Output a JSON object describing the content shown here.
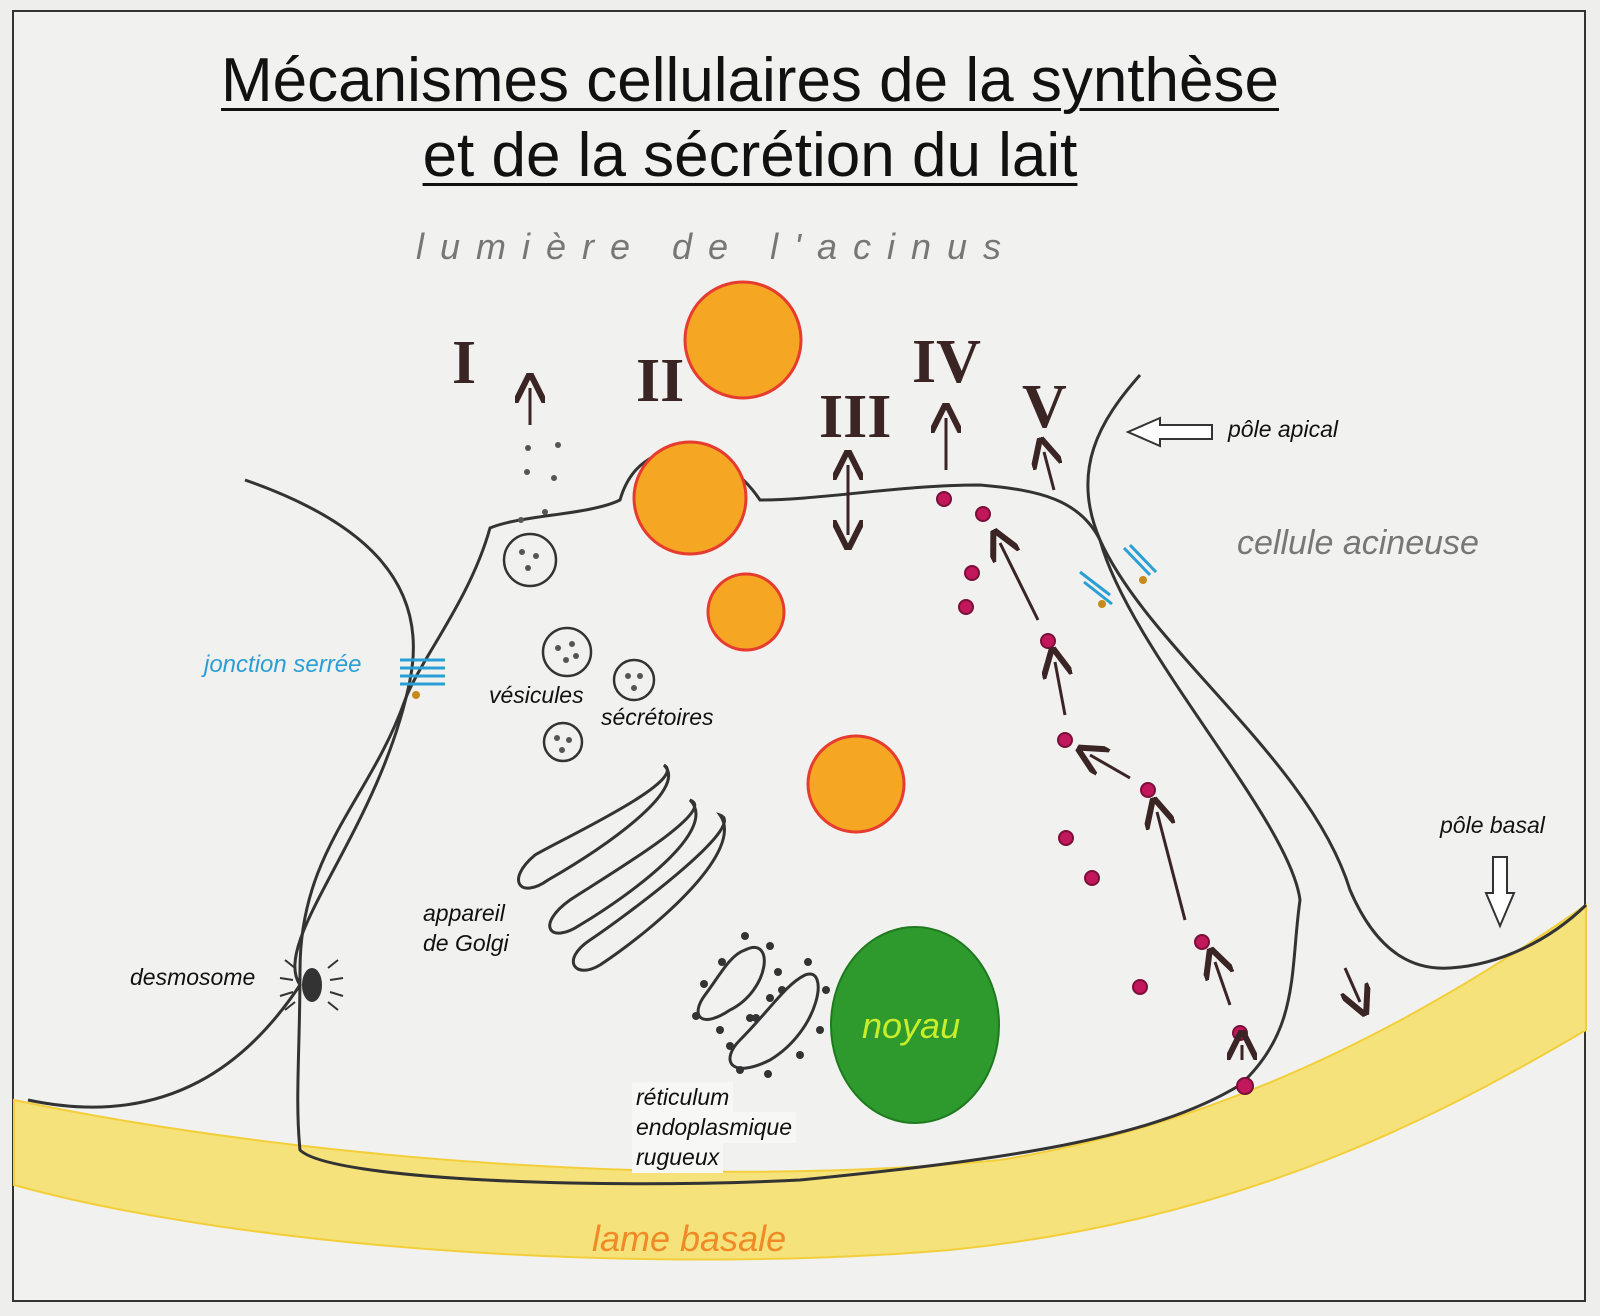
{
  "title": {
    "line1": "Mécanismes cellulaires de la synthèse",
    "line2": "et de la sécrétion du lait"
  },
  "labels": {
    "lumiere": "lumière de l'acinus",
    "pole_apical": "pôle apical",
    "cellule_acineuse": "cellule acineuse",
    "jonction_serree": "jonction serrée",
    "vesicules": "vésicules",
    "secretoires": "sécrétoires",
    "appareil_line1": "appareil",
    "appareil_line2": "de Golgi",
    "desmosome": "desmosome",
    "noyau": "noyau",
    "reticulum_line1": "réticulum",
    "reticulum_line2": "endoplasmique",
    "reticulum_line3": "rugueux",
    "pole_basal": "pôle basal",
    "lame_basale": "lame basale"
  },
  "pathways": [
    "I",
    "II",
    "III",
    "IV",
    "V"
  ],
  "colors": {
    "lipid_fill": "#f5a623",
    "lipid_stroke": "#e63b2e",
    "nucleus": "#2e9a2e",
    "lamina": "#f6e27a",
    "junction": "#2a9fd6",
    "vesicle_dot": "#c2185b",
    "arrow": "#3a2424"
  }
}
